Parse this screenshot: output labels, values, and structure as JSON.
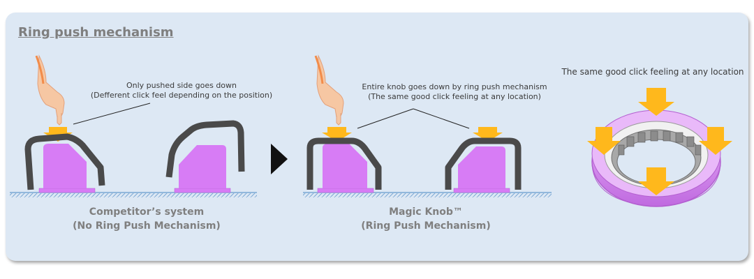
{
  "title": "Ring push mechanism",
  "notes": {
    "competitor_line1": "Only pushed side goes down",
    "competitor_line2": "(Defferent click feel depending on the position)",
    "magic_line1": "Entire knob goes down by ring push mechanism",
    "magic_line2": "(The same good click feeling at any location)",
    "ring_title": "The same good click feeling at any location"
  },
  "captions": {
    "competitor_line1": "Competitor’s system",
    "competitor_line2": "(No Ring Push Mechanism)",
    "magic_line1": "Magic Knob™",
    "magic_line2": "(Ring Push Mechanism)"
  },
  "colors": {
    "panel": "#dde8f4",
    "knob_body": "#d77cf5",
    "frame": "#4a4a4a",
    "arrow": "#ffb81c",
    "ring": "#d77cf5",
    "ground": "#7aa7d3"
  }
}
